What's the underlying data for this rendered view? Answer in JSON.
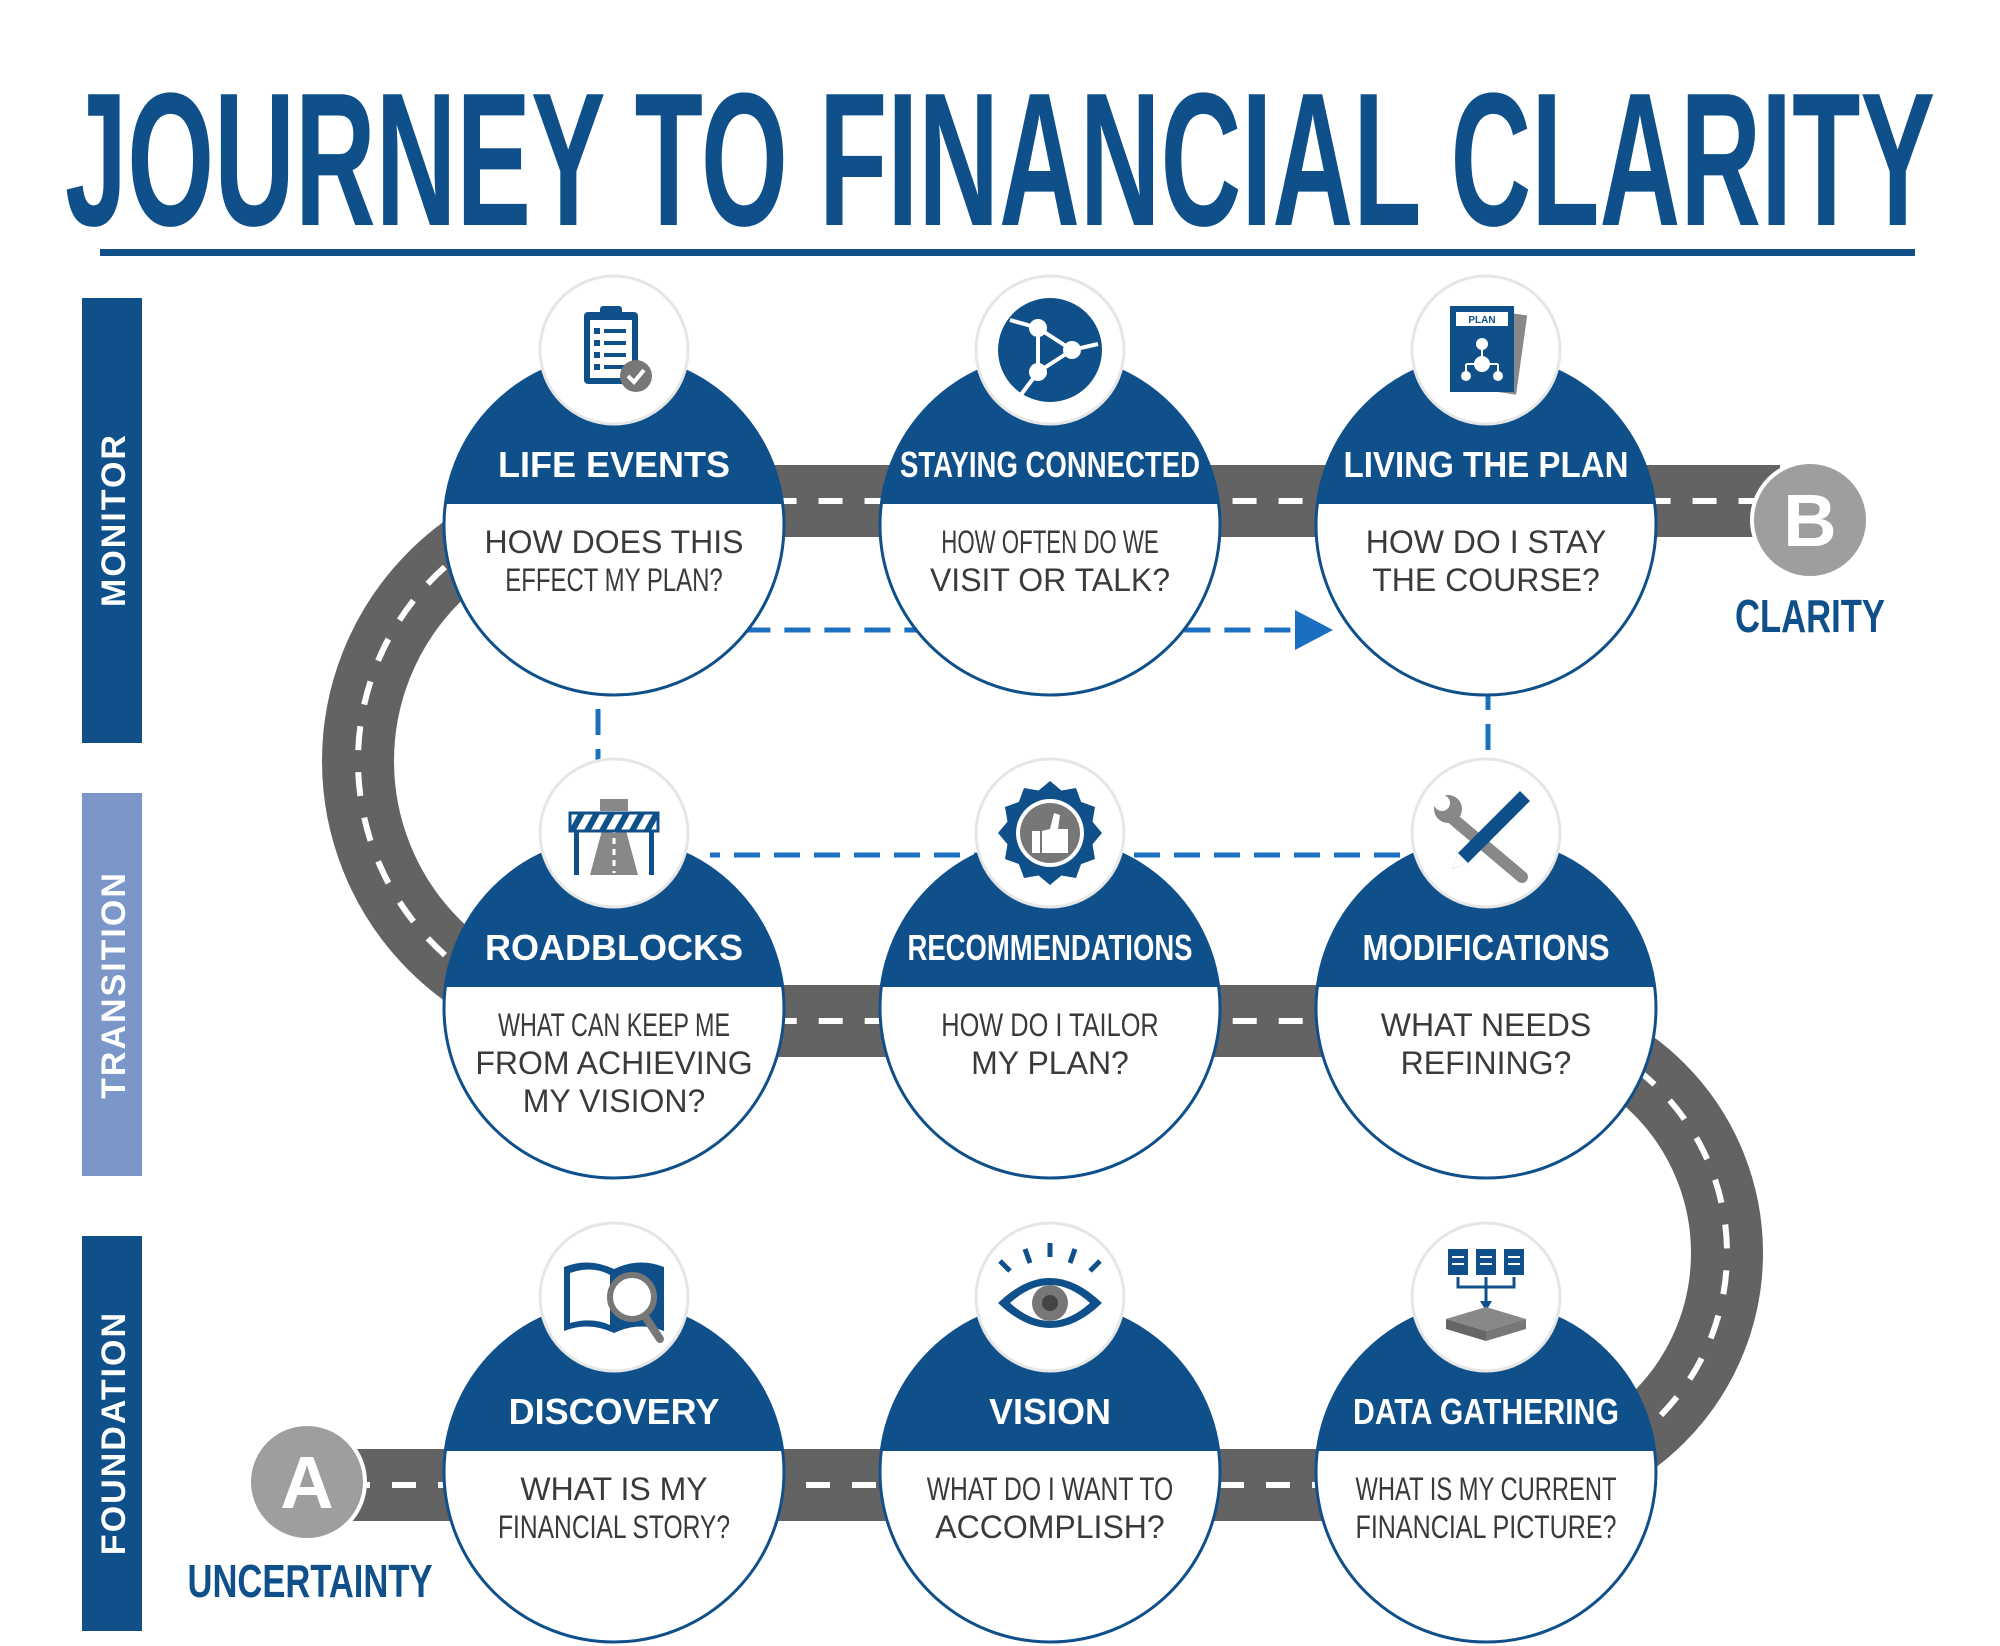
{
  "title": "JOURNEY TO FINANCIAL CLARITY",
  "colors": {
    "primary": "#10508a",
    "transition_bar": "#7b96c8",
    "road": "#636363",
    "road_dash": "#ffffff",
    "endpoint": "#9e9e9e",
    "dashed_path": "#1a6fc0",
    "question_text": "#3a3a3a"
  },
  "phases": [
    {
      "label": "MONITOR",
      "highlight": false
    },
    {
      "label": "TRANSITION",
      "highlight": true
    },
    {
      "label": "FOUNDATION",
      "highlight": false
    }
  ],
  "start": {
    "letter": "A",
    "label": "UNCERTAINTY"
  },
  "end": {
    "letter": "B",
    "label": "CLARITY"
  },
  "steps": [
    {
      "id": "life-events",
      "title": "LIFE EVENTS",
      "question": [
        "HOW DOES THIS",
        "EFFECT MY PLAN?"
      ],
      "icon": "checklist-icon"
    },
    {
      "id": "staying-connected",
      "title": "STAYING CONNECTED",
      "question": [
        "HOW OFTEN DO WE",
        "VISIT OR TALK?"
      ],
      "icon": "network-icon"
    },
    {
      "id": "living-the-plan",
      "title": "LIVING THE PLAN",
      "question": [
        "HOW DO I STAY",
        "THE COURSE?"
      ],
      "icon": "plan-document-icon",
      "icon_text": "PLAN"
    },
    {
      "id": "roadblocks",
      "title": "ROADBLOCKS",
      "question": [
        "WHAT CAN KEEP ME",
        "FROM ACHIEVING",
        "MY VISION?"
      ],
      "icon": "roadblock-icon"
    },
    {
      "id": "recommendations",
      "title": "RECOMMENDATIONS",
      "question": [
        "HOW DO I TAILOR",
        "MY PLAN?"
      ],
      "icon": "thumbs-up-badge-icon"
    },
    {
      "id": "modifications",
      "title": "MODIFICATIONS",
      "question": [
        "WHAT NEEDS",
        "REFINING?"
      ],
      "icon": "wrench-pencil-icon"
    },
    {
      "id": "discovery",
      "title": "DISCOVERY",
      "question": [
        "WHAT IS MY",
        "FINANCIAL STORY?"
      ],
      "icon": "book-magnifier-icon"
    },
    {
      "id": "vision",
      "title": "VISION",
      "question": [
        "WHAT DO I WANT TO",
        "ACCOMPLISH?"
      ],
      "icon": "eye-icon"
    },
    {
      "id": "data-gathering",
      "title": "DATA GATHERING",
      "question": [
        "WHAT IS MY CURRENT",
        "FINANCIAL PICTURE?"
      ],
      "icon": "data-gathering-icon"
    }
  ]
}
